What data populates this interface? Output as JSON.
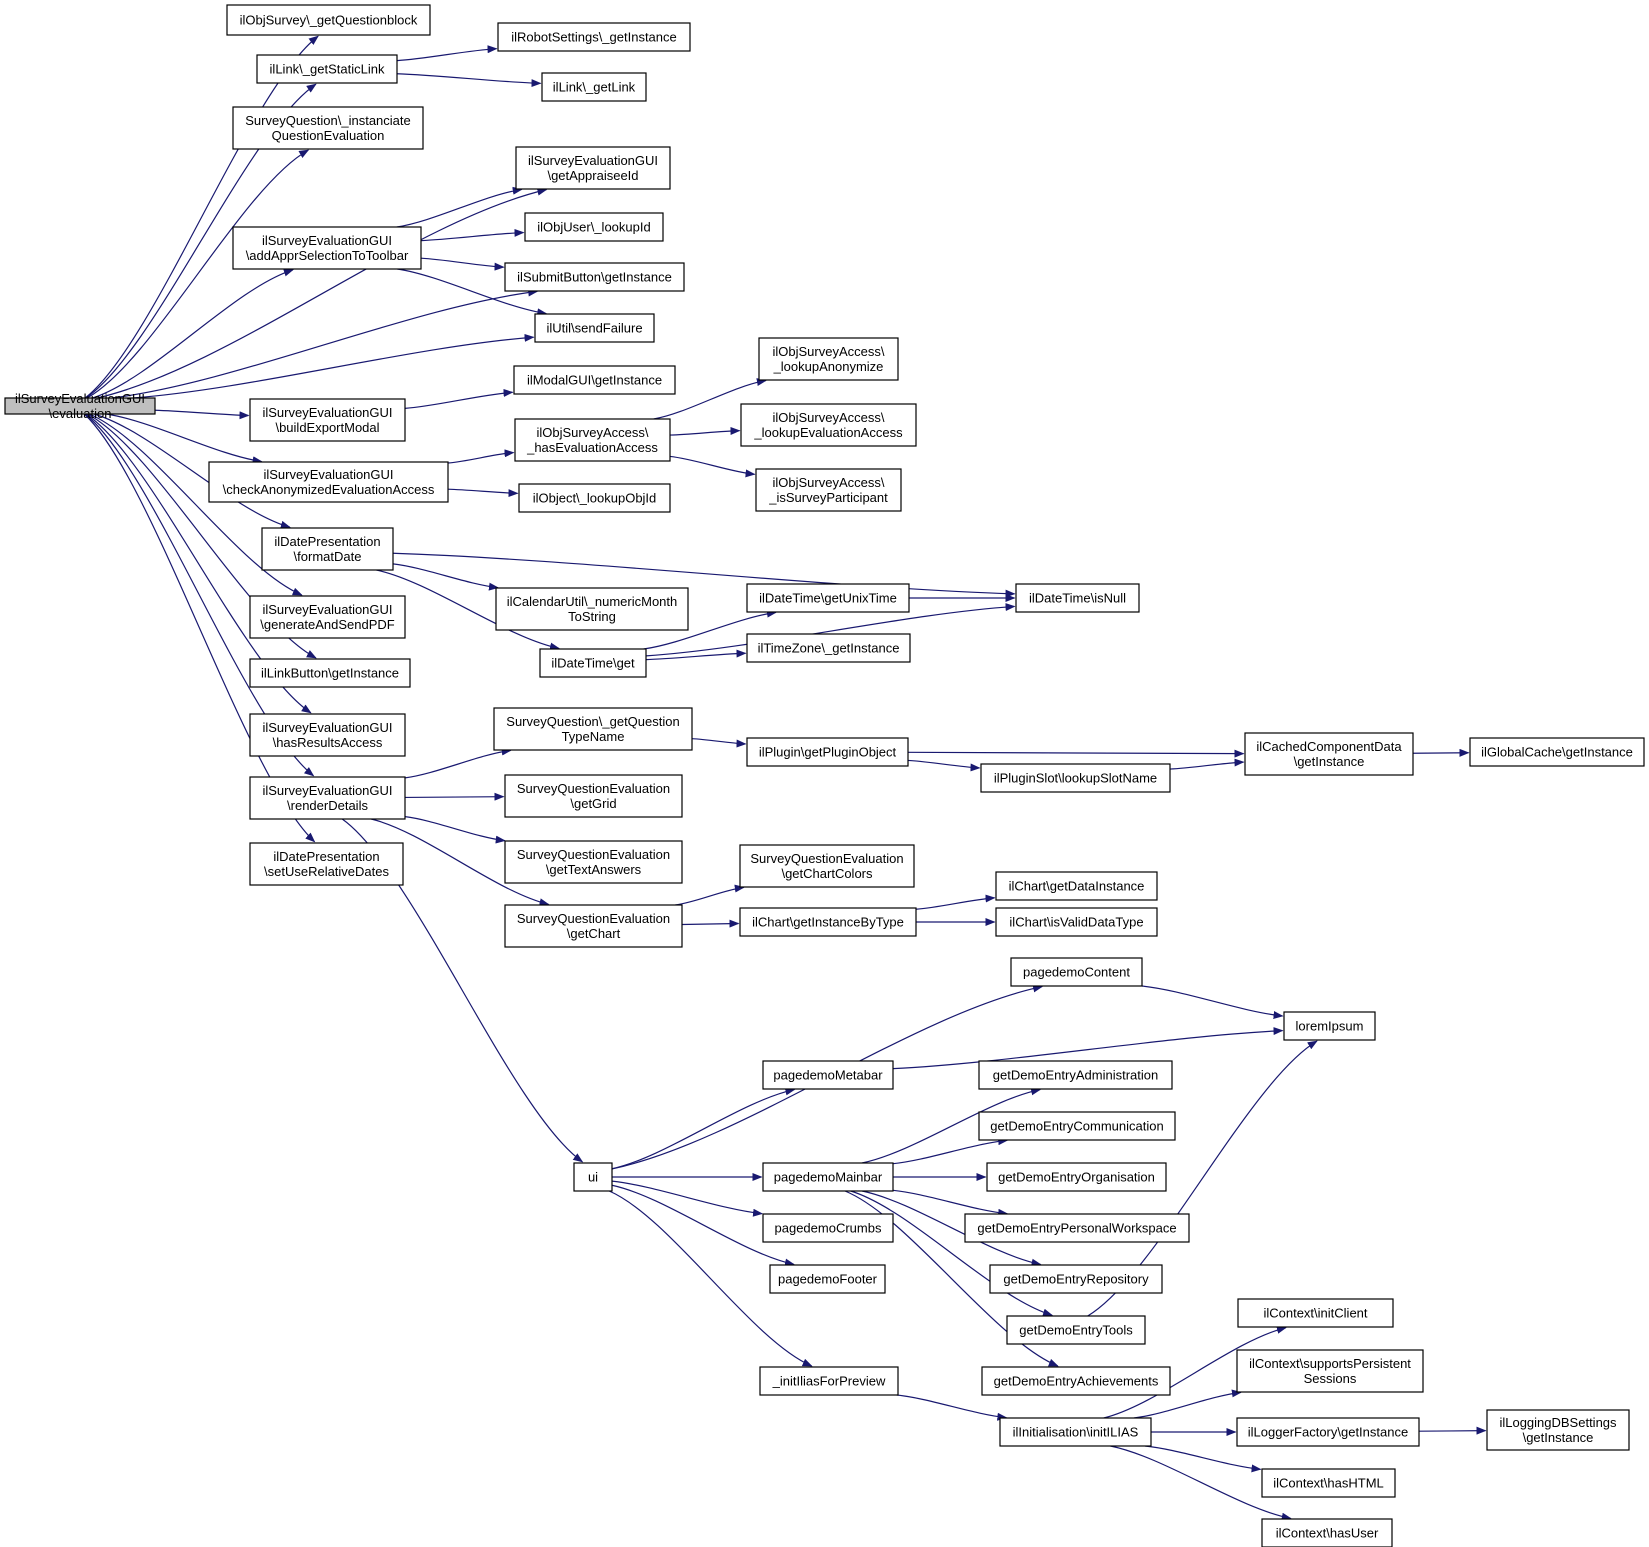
{
  "nodes": [
    {
      "id": "root",
      "lines": [
        "ilSurveyEvaluationGUI",
        "\\evaluation"
      ],
      "root": true
    },
    {
      "id": "n1",
      "lines": [
        "ilObjSurvey\\_getQuestionblock"
      ]
    },
    {
      "id": "n2",
      "lines": [
        "ilLink\\_getStaticLink"
      ]
    },
    {
      "id": "n3",
      "lines": [
        "ilRobotSettings\\_getInstance"
      ]
    },
    {
      "id": "n4",
      "lines": [
        "ilLink\\_getLink"
      ]
    },
    {
      "id": "n5",
      "lines": [
        "SurveyQuestion\\_instanciate",
        "QuestionEvaluation"
      ]
    },
    {
      "id": "n6",
      "lines": [
        "ilSurveyEvaluationGUI",
        "\\getAppraiseeId"
      ]
    },
    {
      "id": "n7",
      "lines": [
        "ilSurveyEvaluationGUI",
        "\\addApprSelectionToToolbar"
      ]
    },
    {
      "id": "n8",
      "lines": [
        "ilObjUser\\_lookupId"
      ]
    },
    {
      "id": "n9",
      "lines": [
        "ilSubmitButton\\getInstance"
      ]
    },
    {
      "id": "n10",
      "lines": [
        "ilUtil\\sendFailure"
      ]
    },
    {
      "id": "n11",
      "lines": [
        "ilObjSurveyAccess\\",
        "_lookupAnonymize"
      ]
    },
    {
      "id": "n12",
      "lines": [
        "ilModalGUI\\getInstance"
      ]
    },
    {
      "id": "n13",
      "lines": [
        "ilSurveyEvaluationGUI",
        "\\buildExportModal"
      ]
    },
    {
      "id": "n14",
      "lines": [
        "ilObjSurveyAccess\\",
        "_hasEvaluationAccess"
      ]
    },
    {
      "id": "n15",
      "lines": [
        "ilObjSurveyAccess\\",
        "_lookupEvaluationAccess"
      ]
    },
    {
      "id": "n16",
      "lines": [
        "ilSurveyEvaluationGUI",
        "\\checkAnonymizedEvaluationAccess"
      ]
    },
    {
      "id": "n17",
      "lines": [
        "ilObjSurveyAccess\\",
        "_isSurveyParticipant"
      ]
    },
    {
      "id": "n18",
      "lines": [
        "ilObject\\_lookupObjId"
      ]
    },
    {
      "id": "n19",
      "lines": [
        "ilDatePresentation",
        "\\formatDate"
      ]
    },
    {
      "id": "n20",
      "lines": [
        "ilCalendarUtil\\_numericMonth",
        "ToString"
      ]
    },
    {
      "id": "n21",
      "lines": [
        "ilDateTime\\getUnixTime"
      ]
    },
    {
      "id": "n22",
      "lines": [
        "ilDateTime\\isNull"
      ]
    },
    {
      "id": "n23",
      "lines": [
        "ilSurveyEvaluationGUI",
        "\\generateAndSendPDF"
      ]
    },
    {
      "id": "n24",
      "lines": [
        "ilTimeZone\\_getInstance"
      ]
    },
    {
      "id": "n25",
      "lines": [
        "ilDateTime\\get"
      ]
    },
    {
      "id": "n26",
      "lines": [
        "ilLinkButton\\getInstance"
      ]
    },
    {
      "id": "n27",
      "lines": [
        "SurveyQuestion\\_getQuestion",
        "TypeName"
      ]
    },
    {
      "id": "n28",
      "lines": [
        "ilSurveyEvaluationGUI",
        "\\hasResultsAccess"
      ]
    },
    {
      "id": "n29",
      "lines": [
        "ilCachedComponentData",
        "\\getInstance"
      ]
    },
    {
      "id": "n30",
      "lines": [
        "ilPlugin\\getPluginObject"
      ]
    },
    {
      "id": "n31",
      "lines": [
        "ilGlobalCache\\getInstance"
      ]
    },
    {
      "id": "n32",
      "lines": [
        "ilPluginSlot\\lookupSlotName"
      ]
    },
    {
      "id": "n33",
      "lines": [
        "ilSurveyEvaluationGUI",
        "\\renderDetails"
      ]
    },
    {
      "id": "n34",
      "lines": [
        "SurveyQuestionEvaluation",
        "\\getGrid"
      ]
    },
    {
      "id": "n35",
      "lines": [
        "SurveyQuestionEvaluation",
        "\\getTextAnswers"
      ]
    },
    {
      "id": "n36",
      "lines": [
        "ilDatePresentation",
        "\\setUseRelativeDates"
      ]
    },
    {
      "id": "n37",
      "lines": [
        "SurveyQuestionEvaluation",
        "\\getChartColors"
      ]
    },
    {
      "id": "n38",
      "lines": [
        "ilChart\\getDataInstance"
      ]
    },
    {
      "id": "n39",
      "lines": [
        "SurveyQuestionEvaluation",
        "\\getChart"
      ]
    },
    {
      "id": "n40",
      "lines": [
        "ilChart\\getInstanceByType"
      ]
    },
    {
      "id": "n41",
      "lines": [
        "ilChart\\isValidDataType"
      ]
    },
    {
      "id": "n42",
      "lines": [
        "pagedemoContent"
      ]
    },
    {
      "id": "n43",
      "lines": [
        "loremIpsum"
      ]
    },
    {
      "id": "n44",
      "lines": [
        "pagedemoMetabar"
      ]
    },
    {
      "id": "n45",
      "lines": [
        "getDemoEntryAdministration"
      ]
    },
    {
      "id": "n46",
      "lines": [
        "getDemoEntryCommunication"
      ]
    },
    {
      "id": "n47",
      "lines": [
        "ui"
      ]
    },
    {
      "id": "n48",
      "lines": [
        "pagedemoMainbar"
      ]
    },
    {
      "id": "n49",
      "lines": [
        "getDemoEntryOrganisation"
      ]
    },
    {
      "id": "n50",
      "lines": [
        "pagedemoCrumbs"
      ]
    },
    {
      "id": "n51",
      "lines": [
        "getDemoEntryPersonalWorkspace"
      ]
    },
    {
      "id": "n52",
      "lines": [
        "pagedemoFooter"
      ]
    },
    {
      "id": "n53",
      "lines": [
        "getDemoEntryRepository"
      ]
    },
    {
      "id": "n54",
      "lines": [
        "getDemoEntryTools"
      ]
    },
    {
      "id": "n55",
      "lines": [
        "ilContext\\initClient"
      ]
    },
    {
      "id": "n56",
      "lines": [
        "ilContext\\supportsPersistent",
        "Sessions"
      ]
    },
    {
      "id": "n57",
      "lines": [
        "_initIliasForPreview"
      ]
    },
    {
      "id": "n58",
      "lines": [
        "getDemoEntryAchievements"
      ]
    },
    {
      "id": "n59",
      "lines": [
        "ilInitialisation\\initILIAS"
      ]
    },
    {
      "id": "n60",
      "lines": [
        "ilLoggerFactory\\getInstance"
      ]
    },
    {
      "id": "n61",
      "lines": [
        "ilLoggingDBSettings",
        "\\getInstance"
      ]
    },
    {
      "id": "n62",
      "lines": [
        "ilContext\\hasHTML"
      ]
    },
    {
      "id": "n63",
      "lines": [
        "ilContext\\hasUser"
      ]
    }
  ],
  "edges": [
    [
      "root",
      "n1"
    ],
    [
      "root",
      "n2"
    ],
    [
      "n2",
      "n3"
    ],
    [
      "n2",
      "n4"
    ],
    [
      "root",
      "n5"
    ],
    [
      "root",
      "n6"
    ],
    [
      "root",
      "n7"
    ],
    [
      "n7",
      "n6"
    ],
    [
      "n7",
      "n8"
    ],
    [
      "n7",
      "n9"
    ],
    [
      "n7",
      "n10"
    ],
    [
      "root",
      "n9"
    ],
    [
      "root",
      "n10"
    ],
    [
      "root",
      "n13"
    ],
    [
      "n13",
      "n12"
    ],
    [
      "root",
      "n16"
    ],
    [
      "n16",
      "n14"
    ],
    [
      "n16",
      "n18"
    ],
    [
      "n14",
      "n11"
    ],
    [
      "n14",
      "n15"
    ],
    [
      "n14",
      "n17"
    ],
    [
      "root",
      "n19"
    ],
    [
      "n19",
      "n22"
    ],
    [
      "n19",
      "n20"
    ],
    [
      "n19",
      "n25"
    ],
    [
      "n25",
      "n21"
    ],
    [
      "n25",
      "n24"
    ],
    [
      "n25",
      "n22"
    ],
    [
      "n21",
      "n22"
    ],
    [
      "root",
      "n23"
    ],
    [
      "root",
      "n26"
    ],
    [
      "root",
      "n28"
    ],
    [
      "root",
      "n33"
    ],
    [
      "root",
      "n36"
    ],
    [
      "n33",
      "n27"
    ],
    [
      "n33",
      "n34"
    ],
    [
      "n33",
      "n35"
    ],
    [
      "n33",
      "n39"
    ],
    [
      "n33",
      "n47"
    ],
    [
      "n27",
      "n30"
    ],
    [
      "n30",
      "n29"
    ],
    [
      "n30",
      "n32"
    ],
    [
      "n32",
      "n29"
    ],
    [
      "n29",
      "n31"
    ],
    [
      "n39",
      "n37"
    ],
    [
      "n39",
      "n40"
    ],
    [
      "n40",
      "n38"
    ],
    [
      "n40",
      "n41"
    ],
    [
      "n47",
      "n42"
    ],
    [
      "n47",
      "n44"
    ],
    [
      "n47",
      "n48"
    ],
    [
      "n47",
      "n50"
    ],
    [
      "n47",
      "n52"
    ],
    [
      "n47",
      "n57"
    ],
    [
      "n42",
      "n43"
    ],
    [
      "n44",
      "n43"
    ],
    [
      "n48",
      "n45"
    ],
    [
      "n48",
      "n46"
    ],
    [
      "n48",
      "n49"
    ],
    [
      "n48",
      "n51"
    ],
    [
      "n48",
      "n53"
    ],
    [
      "n48",
      "n54"
    ],
    [
      "n48",
      "n58"
    ],
    [
      "n54",
      "n43"
    ],
    [
      "n57",
      "n59"
    ],
    [
      "n59",
      "n55"
    ],
    [
      "n59",
      "n56"
    ],
    [
      "n59",
      "n60"
    ],
    [
      "n59",
      "n62"
    ],
    [
      "n59",
      "n63"
    ],
    [
      "n60",
      "n61"
    ]
  ]
}
